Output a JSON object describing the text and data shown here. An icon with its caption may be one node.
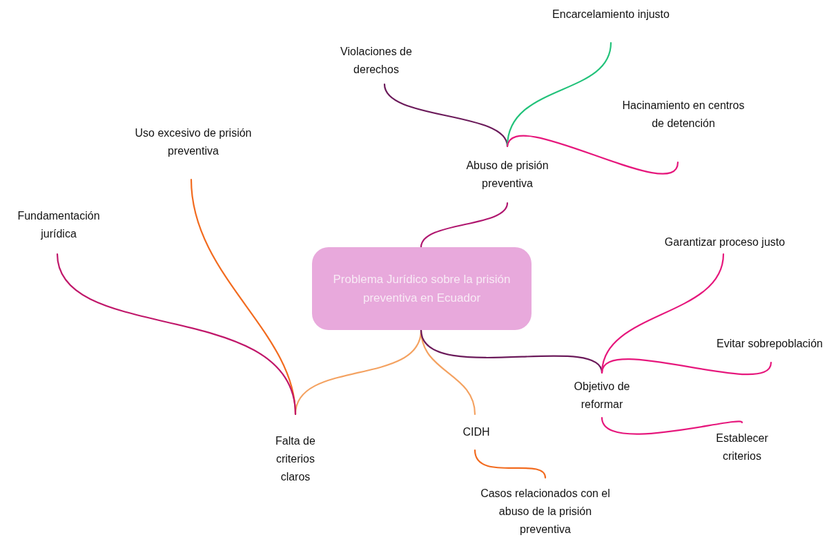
{
  "diagram": {
    "nodes": [
      {
        "text": [
          "Problema Jurídico sobre la prisión preventiva en Ecuador"
        ]
      },
      {
        "text": [
          "Abuso de prisión preventiva"
        ]
      },
      {
        "text": [
          "Violaciones de derechos"
        ]
      },
      {
        "text": [
          "Encarcelamiento injusto"
        ]
      },
      {
        "text": [
          "Hacinamiento en centros de detención"
        ]
      },
      {
        "text": [
          "Uso excesivo de prisión preventiva"
        ]
      },
      {
        "text": [
          "Fundamentación jurídica"
        ]
      },
      {
        "text": [
          "Falta de criterios claros"
        ]
      },
      {
        "text": [
          "CIDH"
        ]
      },
      {
        "text": [
          "Casos relacionados con el abuso de la prisión preventiva"
        ]
      },
      {
        "text": [
          "Objetivo de reformar"
        ]
      },
      {
        "text": [
          "Garantizar proceso justo"
        ]
      },
      {
        "text": [
          "Evitar sobrepoblación"
        ]
      },
      {
        "text": [
          "Establecer criterios"
        ]
      }
    ],
    "edges": [
      {
        "from": 0,
        "to": 1,
        "arrow": "none",
        "color": "#b0176f"
      },
      {
        "from": 1,
        "to": 2,
        "arrow": "none",
        "color": "#6b1a5a"
      },
      {
        "from": 1,
        "to": 3,
        "arrow": "none",
        "color": "#22c27a"
      },
      {
        "from": 1,
        "to": 4,
        "arrow": "none"
      },
      {
        "from": 0,
        "to": 7,
        "arrow": "none",
        "color": "#f4a261"
      },
      {
        "from": 7,
        "to": 5,
        "arrow": "none",
        "color": "#f26b1f"
      },
      {
        "from": 7,
        "to": 6,
        "arrow": "none",
        "color": "#c0176a"
      },
      {
        "from": 0,
        "to": 8,
        "arrow": "none",
        "color": "#f4a261"
      },
      {
        "from": 8,
        "to": 9,
        "arrow": "none",
        "color": "#f26b1f"
      },
      {
        "from": 0,
        "to": 10,
        "arrow": "none",
        "color": "#6b1a5a"
      },
      {
        "from": 10,
        "to": 11,
        "arrow": "none"
      },
      {
        "from": 10,
        "to": 12,
        "arrow": "none"
      },
      {
        "from": 10,
        "to": 13,
        "arrow": "none"
      }
    ]
  }
}
